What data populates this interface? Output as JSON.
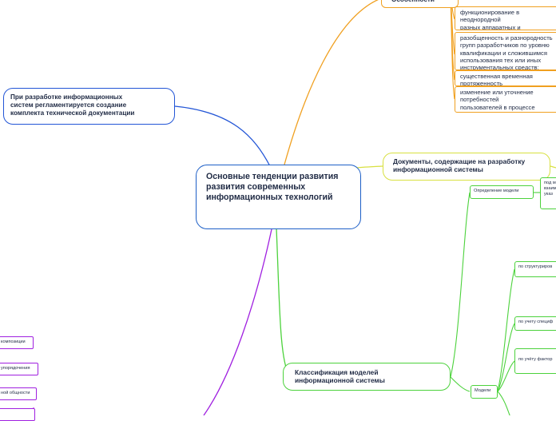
{
  "central": {
    "text": "Основные тенденции развития\nразвития современных\nинформационных технологий"
  },
  "branches": {
    "docs_left": "При разработке информационных\nсистем регламентируется создание\nкомплекта технической документации",
    "features": "Особенности",
    "docs_right": "Документы, содержащие на разработку\nинформационной системы",
    "classification": "Классификация моделей\nинформационной системы"
  },
  "features_items": [
    "функционирование в неоднородной\nразных аппаратных и операционных\nплатформах;",
    "разобщенность и разнородность\nгрупп разработчиков по уровню\nквалификации и сложившимся\nиспользования тех или иных\nинструментальных средств;",
    "существенная временная протяженность\nпроекта",
    "изменение или уточнение потребностей\nпользователей в процессе разработки и\nэксплуатации системы."
  ],
  "models": {
    "definition": "Определение модели",
    "definition_detail": "под м\nвзаим\nуказ",
    "models": "Модели",
    "by_structure": "по структуриров",
    "by_specifics": "по учету специф",
    "by_factors": "по учёту фактор"
  },
  "left_items": {
    "composition": "композиции",
    "ordering": "упорядочения",
    "commonality": "ной общности"
  },
  "colors": {
    "blue": "#2255d6",
    "orange": "#f0a020",
    "yellow": "#d8e040",
    "green": "#4cd23c",
    "purple": "#a020e0",
    "central_border": "#1d5fc7"
  }
}
